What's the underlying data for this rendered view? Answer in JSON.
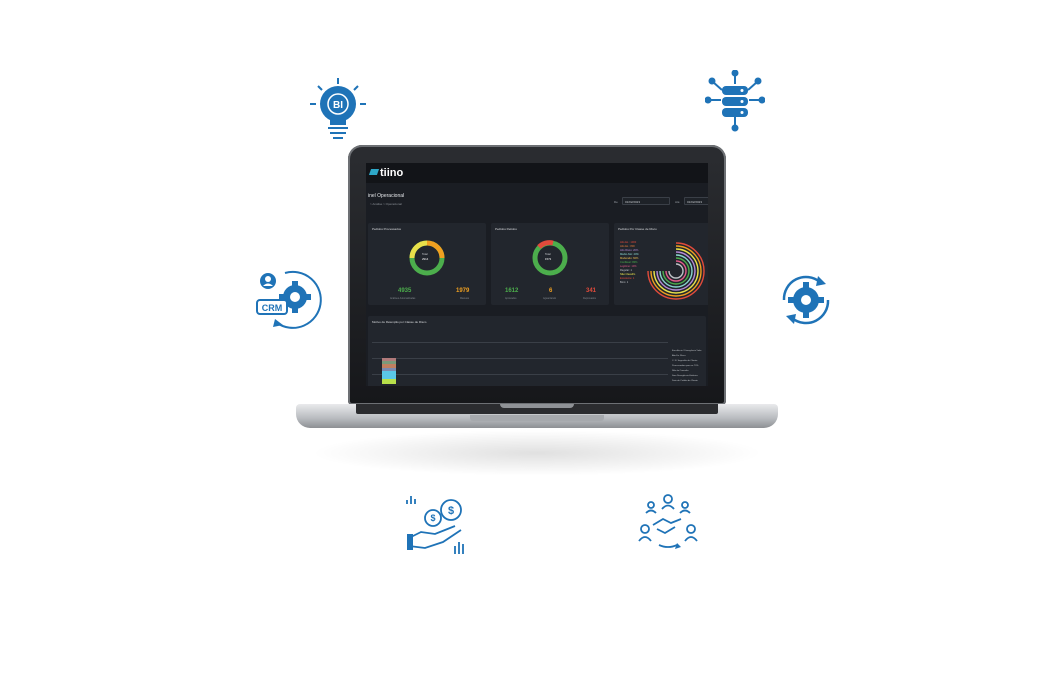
{
  "icons": {
    "bi": {
      "name": "bi-lightbulb-icon",
      "text": "BI"
    },
    "database": {
      "name": "database-network-icon"
    },
    "crm": {
      "name": "crm-gear-icon",
      "text": "CRM"
    },
    "settings": {
      "name": "gear-sync-icon"
    },
    "finance": {
      "name": "hand-money-icon"
    },
    "partnership": {
      "name": "handshake-people-icon"
    }
  },
  "colors": {
    "icon_blue": "#1f73b7",
    "green": "#4cae4c",
    "orange": "#f0a020",
    "red": "#e24b3b"
  },
  "app": {
    "brand": "tiino",
    "page_title": "inel Operacional",
    "breadcrumb": "> Análise > Operacional",
    "date_from_label": "De",
    "date_from_value": "01/02/2023",
    "date_to_label": "Até",
    "date_to_value": "01/02/2023"
  },
  "cards": [
    {
      "title": "Pedidos Processados",
      "donut_label": "Total",
      "donut_value": "2914",
      "stats": [
        {
          "value": "4935",
          "label": "Análises Automatizadas",
          "color": "green"
        },
        {
          "value": "1979",
          "label": "Manuais",
          "color": "orange"
        }
      ]
    },
    {
      "title": "Pedidos Retidos",
      "donut_label": "Total",
      "donut_value": "1572",
      "stats": [
        {
          "value": "1612",
          "label": "Aprovados",
          "color": "green"
        },
        {
          "value": "6",
          "label": "Aguardando",
          "color": "orange"
        },
        {
          "value": "341",
          "label": "Reprovados",
          "color": "red"
        }
      ]
    },
    {
      "title": "Pedidos Por Classe de Risco",
      "legend": [
        "Alto Ex.: 1000",
        "Alto Ex.: 800",
        "Alto Risco: 20%",
        "Médio Alto: 40%",
        "Moderado: 60%",
        "Confiável: 80%",
        "Legítimo: 10%",
        "Regular: 1",
        "Não Classific.",
        "Excelente: 1",
        "Bom: 1"
      ]
    }
  ],
  "wide_card": {
    "title": "Motivo de Retenção por Classe de Risco",
    "legend": [
      "Excelência / Divergência Valor",
      "Alto Ex. Risco",
      "C. N. Sugestão de Cliente",
      "Processadora para os 70%",
      "Não de Conexão",
      "Sem Divergência Histórico",
      "Data de Crédito do Cliente"
    ]
  }
}
